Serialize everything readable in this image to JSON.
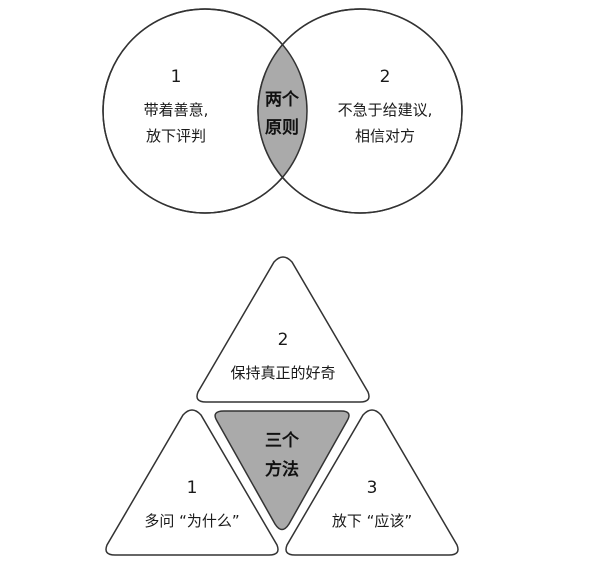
{
  "principles": {
    "left": {
      "number": "1",
      "line1": "带着善意,",
      "line2": "放下评判"
    },
    "right": {
      "number": "2",
      "line1": "不急于给建议,",
      "line2": "相信对方"
    },
    "center": {
      "line1": "两个",
      "line2": "原则"
    }
  },
  "methods": {
    "top": {
      "number": "2",
      "label": "保持真正的好奇"
    },
    "left": {
      "number": "1",
      "label": "多问 “为什么”"
    },
    "right": {
      "number": "3",
      "label": "放下 “应该”"
    },
    "center": {
      "line1": "三个",
      "line2": "方法"
    }
  },
  "colors": {
    "stroke": "#333333",
    "fill": "#ffffff",
    "highlight": "#aaaaaa",
    "text": "#1a1a1a"
  }
}
